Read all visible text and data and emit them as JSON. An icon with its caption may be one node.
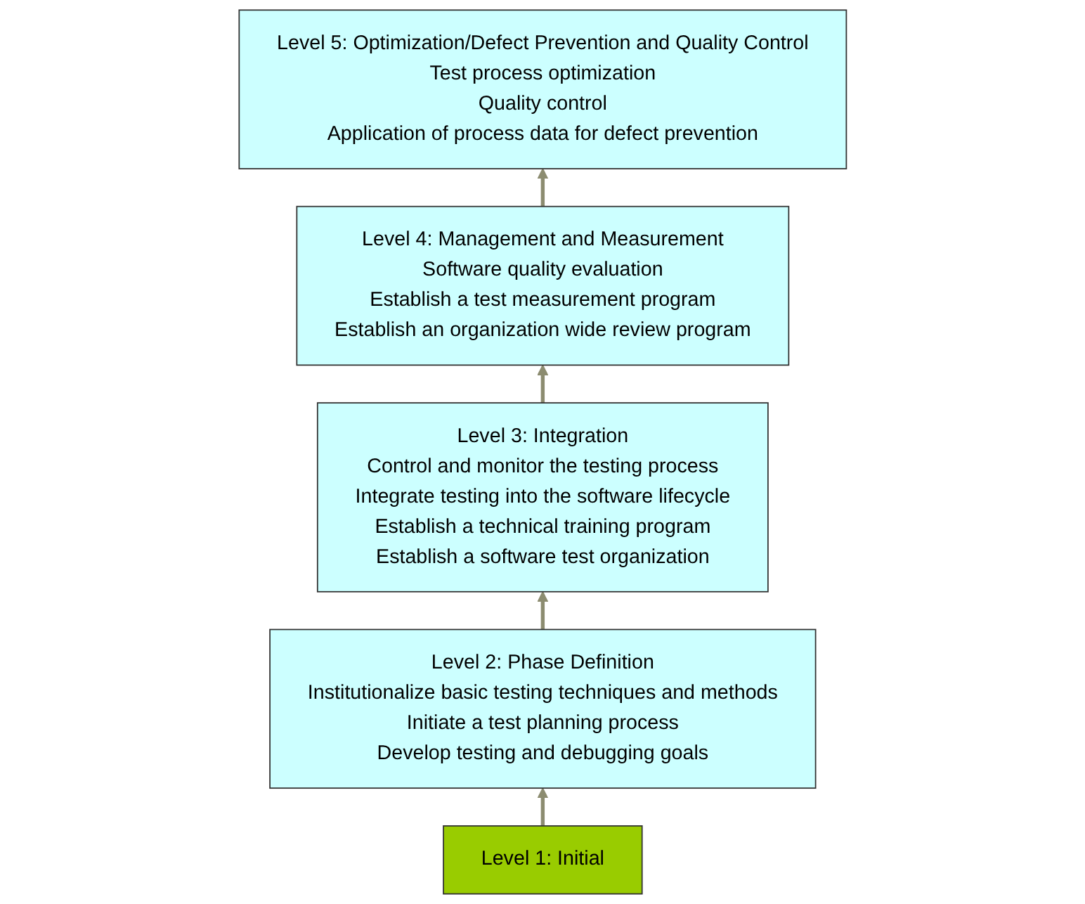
{
  "diagram": {
    "nodes": [
      {
        "text": [
          "Level 5: Optimization/Defect Prevention and Quality Control",
          "Test process optimization",
          "Quality control",
          "Application of process data for defect prevention"
        ]
      },
      {
        "text": [
          "Level 4: Management and Measurement",
          "Software quality evaluation",
          "Establish a test measurement program",
          "Establish an organization wide review program"
        ]
      },
      {
        "text": [
          "Level 3: Integration",
          "Control and monitor the testing process",
          "Integrate testing into the software lifecycle",
          "Establish a technical training program",
          "Establish a software test organization"
        ]
      },
      {
        "text": [
          "Level 2: Phase Definition",
          "Institutionalize basic testing techniques and methods",
          "Initiate a test planning process",
          "Develop testing and debugging goals"
        ]
      },
      {
        "text": [
          "Level 1: Initial"
        ]
      }
    ],
    "edges": [
      {
        "from": 4,
        "to": 3,
        "arrow": "to"
      },
      {
        "from": 3,
        "to": 2,
        "arrow": "to"
      },
      {
        "from": 2,
        "to": 1,
        "arrow": "to"
      },
      {
        "from": 1,
        "to": 0,
        "arrow": "to"
      }
    ]
  }
}
